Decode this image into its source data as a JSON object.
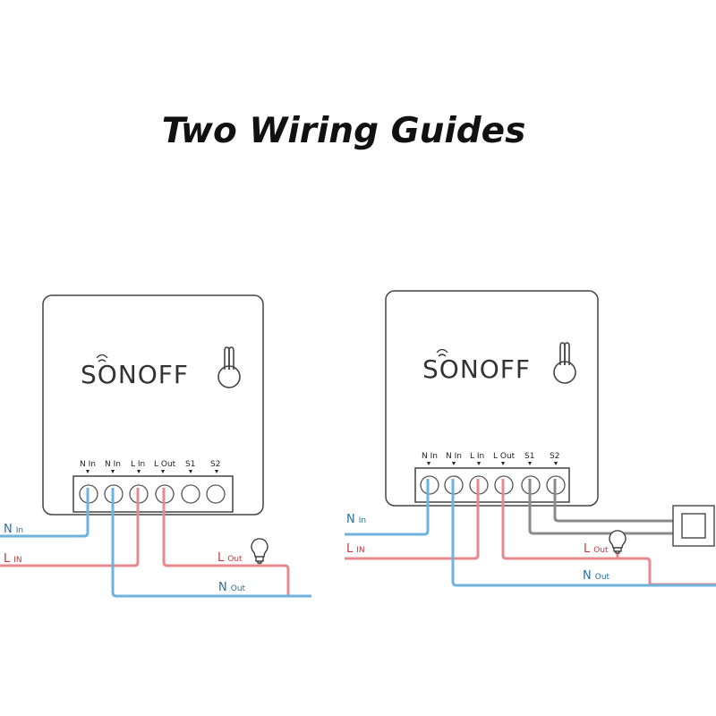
{
  "title": "Two Wiring Guides",
  "brand": "SONOFF",
  "terminals": [
    "N In",
    "N In",
    "L In",
    "L Out",
    "S1",
    "S2"
  ],
  "wire_labels": {
    "n_in": {
      "main": "N",
      "sub": "In"
    },
    "l_in": {
      "main": "L",
      "sub": "IN"
    },
    "l_out": {
      "main": "L",
      "sub": "Out"
    },
    "n_out": {
      "main": "N",
      "sub": "Out"
    }
  },
  "colors": {
    "neutral_wire": "#6fb3dd",
    "live_wire": "#e58a8f",
    "switch_wire": "#8a8a8a",
    "outline": "#444444",
    "wire_text_blue": "#2a6f9e",
    "wire_text_red": "#c0393f"
  },
  "icons": [
    "wifi-icon",
    "bulb-icon",
    "wall-switch-icon",
    "antenna-icon"
  ]
}
